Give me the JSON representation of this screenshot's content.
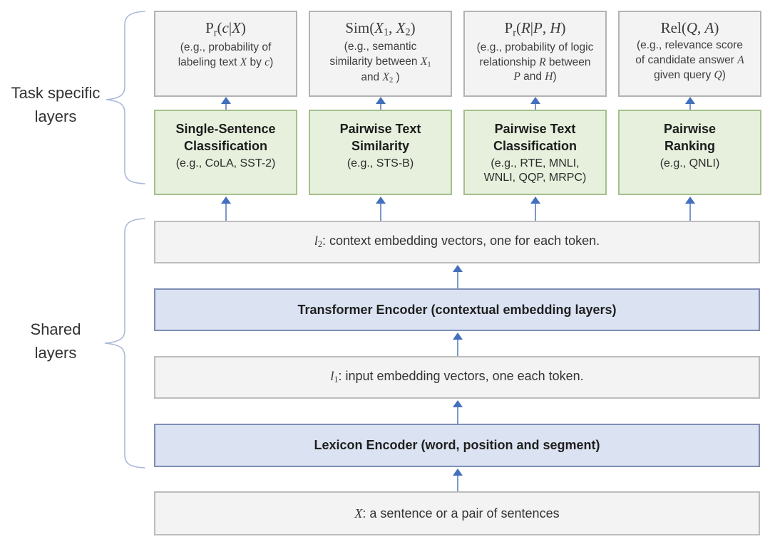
{
  "colors": {
    "output_fill": "#f3f3f3",
    "output_border": "#b3b3b3",
    "task_fill": "#e6f0dd",
    "task_border": "#a6c08d",
    "encoder_fill": "#dbe3f2",
    "encoder_border": "#7e8eb4",
    "bar_fill": "#f3f3f3",
    "bar_border": "#bdbdbd",
    "arrow_stem": "#7d97ce",
    "arrow_head": "#4270bd",
    "brace": "#aab9d8",
    "text": "#333333"
  },
  "side_labels": {
    "task_specific": [
      "Task specific",
      "layers"
    ],
    "shared": [
      "Shared",
      "layers"
    ]
  },
  "output_boxes": [
    {
      "title": [
        {
          "t": "P",
          "s": "rm"
        },
        {
          "t": "r",
          "s": "rsub"
        },
        {
          "t": "(",
          "s": "rm"
        },
        {
          "t": "c",
          "s": "it"
        },
        {
          "t": "|",
          "s": "rm"
        },
        {
          "t": "X",
          "s": "it"
        },
        {
          "t": ")",
          "s": "rm"
        }
      ],
      "desc": [
        {
          "t": "(e.g., probability of labeling text ",
          "s": "p"
        },
        {
          "t": "X",
          "s": "it"
        },
        {
          "t": " by ",
          "s": "p"
        },
        {
          "t": "c",
          "s": "it"
        },
        {
          "t": ")",
          "s": "p"
        }
      ]
    },
    {
      "title": [
        {
          "t": "Sim(",
          "s": "rm"
        },
        {
          "t": "X",
          "s": "it"
        },
        {
          "t": "1",
          "s": "sub"
        },
        {
          "t": ", ",
          "s": "rm"
        },
        {
          "t": "X",
          "s": "it"
        },
        {
          "t": "2",
          "s": "sub"
        },
        {
          "t": ")",
          "s": "rm"
        }
      ],
      "desc": [
        {
          "t": "(e.g., semantic similarity between ",
          "s": "p"
        },
        {
          "t": "X",
          "s": "it"
        },
        {
          "t": "1",
          "s": "sub"
        },
        {
          "t": " and ",
          "s": "p"
        },
        {
          "t": "X",
          "s": "it"
        },
        {
          "t": "2",
          "s": "sub"
        },
        {
          "t": " )",
          "s": "p"
        }
      ]
    },
    {
      "title": [
        {
          "t": "P",
          "s": "rm"
        },
        {
          "t": "r",
          "s": "rsub"
        },
        {
          "t": "(",
          "s": "rm"
        },
        {
          "t": "R",
          "s": "it"
        },
        {
          "t": "|",
          "s": "rm"
        },
        {
          "t": "P",
          "s": "it"
        },
        {
          "t": ", ",
          "s": "rm"
        },
        {
          "t": "H",
          "s": "it"
        },
        {
          "t": ")",
          "s": "rm"
        }
      ],
      "desc": [
        {
          "t": "(e.g., probability of logic relationship ",
          "s": "p"
        },
        {
          "t": "R",
          "s": "it"
        },
        {
          "t": " between ",
          "s": "p"
        },
        {
          "t": "P",
          "s": "it"
        },
        {
          "t": " and ",
          "s": "p"
        },
        {
          "t": "H",
          "s": "it"
        },
        {
          "t": ")",
          "s": "p"
        }
      ]
    },
    {
      "title": [
        {
          "t": "Rel(",
          "s": "rm"
        },
        {
          "t": "Q",
          "s": "it"
        },
        {
          "t": ", ",
          "s": "rm"
        },
        {
          "t": "A",
          "s": "it"
        },
        {
          "t": ")",
          "s": "rm"
        }
      ],
      "desc": [
        {
          "t": "(e.g., relevance score of candidate answer ",
          "s": "p"
        },
        {
          "t": "A",
          "s": "it"
        },
        {
          "t": " given query ",
          "s": "p"
        },
        {
          "t": "Q",
          "s": "it"
        },
        {
          "t": ")",
          "s": "p"
        }
      ]
    }
  ],
  "task_boxes": [
    {
      "title_lines": [
        "Single-Sentence",
        "Classification"
      ],
      "example_lines": [
        "(e.g., CoLA, SST-2)"
      ]
    },
    {
      "title_lines": [
        "Pairwise Text",
        "Similarity"
      ],
      "example_lines": [
        "(e.g., STS-B)"
      ]
    },
    {
      "title_lines": [
        "Pairwise Text",
        "Classification"
      ],
      "example_lines": [
        "(e.g., RTE, MNLI,",
        "WNLI, QQP, MRPC)"
      ]
    },
    {
      "title_lines": [
        "Pairwise",
        "Ranking"
      ],
      "example_lines": [
        "(e.g., QNLI)"
      ]
    }
  ],
  "bars": {
    "l2": {
      "segments": [
        {
          "t": "l",
          "s": "lit"
        },
        {
          "t": "2",
          "s": "sub"
        },
        {
          "t": ": context embedding vectors, one for each token.",
          "s": "p"
        }
      ]
    },
    "transformer": {
      "label": "Transformer Encoder (contextual embedding layers)"
    },
    "l1": {
      "segments": [
        {
          "t": "l",
          "s": "lit"
        },
        {
          "t": "1",
          "s": "sub"
        },
        {
          "t": ": input embedding vectors, one each token.",
          "s": "p"
        }
      ]
    },
    "lexicon": {
      "label": "Lexicon Encoder (word, position and segment)"
    },
    "input": {
      "segments": [
        {
          "t": "X",
          "s": "it"
        },
        {
          "t": ": a sentence or a pair of sentences",
          "s": "p"
        }
      ]
    }
  }
}
